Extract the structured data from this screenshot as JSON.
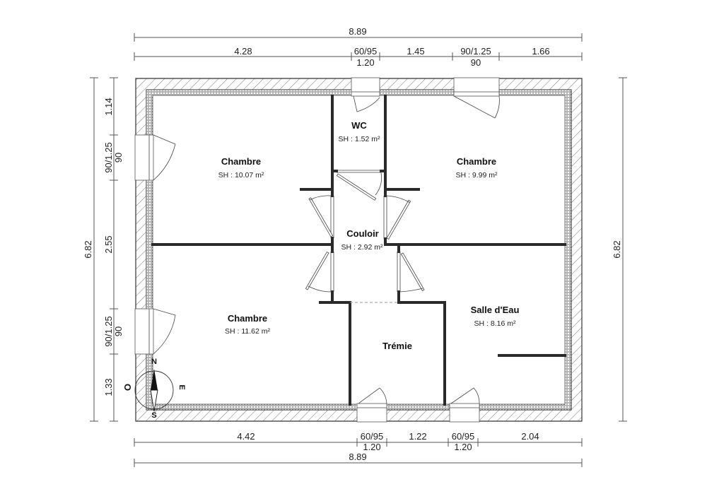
{
  "plan": {
    "top_dimensions": {
      "overall": "8.89",
      "segments": [
        {
          "label": "4.28"
        },
        {
          "label": "60/95",
          "sub": "1.20"
        },
        {
          "label": "1.45"
        },
        {
          "label": "90/1.25",
          "sub": "90"
        },
        {
          "label": "1.66"
        }
      ]
    },
    "bottom_dimensions": {
      "overall": "8.89",
      "segments": [
        {
          "label": "4.42"
        },
        {
          "label": "60/95",
          "sub": "1.20"
        },
        {
          "label": "1.22"
        },
        {
          "label": "60/95",
          "sub": "1.20"
        },
        {
          "label": "2.04"
        }
      ]
    },
    "left_dimensions": {
      "overall": "6.82",
      "segments": [
        {
          "label": "1.14"
        },
        {
          "label": "90/1.25",
          "sub": "90"
        },
        {
          "label": "2.55"
        },
        {
          "label": "90/1.25",
          "sub": "90"
        },
        {
          "label": "1.33"
        }
      ]
    },
    "right_dimensions": {
      "overall": "6.82"
    },
    "rooms": [
      {
        "name": "Chambre",
        "area": "SH : 10.07 m²"
      },
      {
        "name": "WC",
        "area": "SH : 1.52 m²"
      },
      {
        "name": "Chambre",
        "area": "SH : 9.99 m²"
      },
      {
        "name": "Couloir",
        "area": "SH : 2.92 m²"
      },
      {
        "name": "Chambre",
        "area": "SH : 11.62 m²"
      },
      {
        "name": "Salle d'Eau",
        "area": "SH : 8.16 m²"
      },
      {
        "name": "Trémie",
        "area": ""
      }
    ],
    "compass": {
      "n": "N",
      "s": "S",
      "e": "E",
      "o": "O"
    }
  }
}
